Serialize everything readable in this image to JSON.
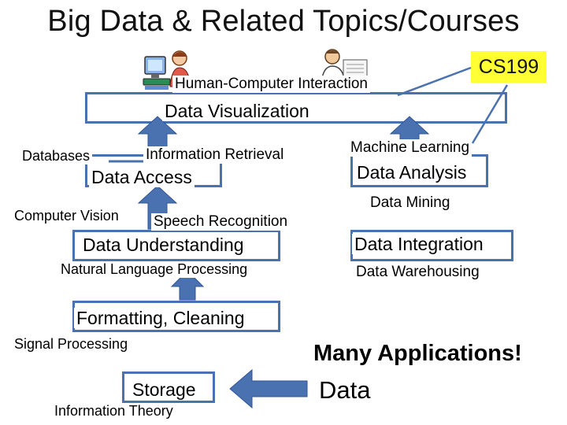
{
  "title": "Big Data & Related Topics/Courses",
  "badge": {
    "text": "CS199",
    "bg": "#ffff33"
  },
  "colors": {
    "arrow_fill": "#4a72b0",
    "arrow_edge": "#2f5597",
    "box_edge": "#4a72b0",
    "pointer_line": "#4a72b0"
  },
  "icons": [
    "computer-user-icon",
    "reader-person-icon"
  ],
  "layers": {
    "visualization": {
      "label": "Data Visualization",
      "topic": "Human-Computer Interaction"
    },
    "access": {
      "label": "Data Access",
      "topics": [
        "Databases",
        "Information Retrieval"
      ]
    },
    "analysis": {
      "label": "Data Analysis",
      "topics": [
        "Machine Learning",
        "Data Mining"
      ]
    },
    "understanding": {
      "label": "Data Understanding",
      "topics": [
        "Computer Vision",
        "Speech Recognition",
        "Natural Language Processing"
      ]
    },
    "integration": {
      "label": "Data Integration",
      "topics": [
        "Data Warehousing"
      ]
    },
    "formatting": {
      "label": "Formatting, Cleaning",
      "topics": [
        "Signal Processing"
      ]
    },
    "storage": {
      "label": "Storage",
      "topics": [
        "Information Theory"
      ]
    }
  },
  "applications": {
    "label": "Many Applications!",
    "source": "Data"
  }
}
